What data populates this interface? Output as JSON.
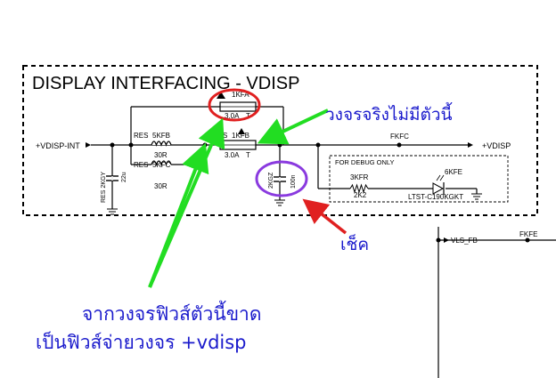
{
  "schematic": {
    "title": "DISPLAY INTERFACING - VDISP",
    "net_in": "+VDISP-INT",
    "net_out": "+VDISP",
    "fuse_top": {
      "ref": "1KFA",
      "rating": "3.0A",
      "type": "T"
    },
    "fuse_main": {
      "prefix": "S",
      "ref": "1KFB",
      "rating": "3.0A",
      "type": "T"
    },
    "res_upper": {
      "label": "RES",
      "ref": "5KFB",
      "value": "30R"
    },
    "res_lower": {
      "label": "RES",
      "ref": "5KFC",
      "value": "30R"
    },
    "cap_left": {
      "label": "RES 2KGY",
      "value": "22u"
    },
    "cap_right": {
      "ref": "2KGZ",
      "value": "100n"
    },
    "fkfc": "FKFC",
    "debug": {
      "label": "FOR DEBUG ONLY",
      "res_ref": "3KFR",
      "res_value": "2K2",
      "led_ref": "6KFE",
      "led_part": "LTST-C190KGKT"
    },
    "vls_fb": "VLS_FB",
    "fkfe": "FKFE"
  },
  "annotations": {
    "no_part": "วงจรจริงไม่มีตัวนี้",
    "check": "เช็ค",
    "fuse_note_line1": "จากวงจรฟิวส์ตัวนี้ขาด",
    "fuse_note_line2": "เป็นฟิวส์จ่ายวงจร +vdisp"
  },
  "colors": {
    "green_arrow": "#22dd22",
    "red_marks": "#e02020",
    "purple_circle": "#8a3adf",
    "thai_text": "#1a1acc"
  }
}
